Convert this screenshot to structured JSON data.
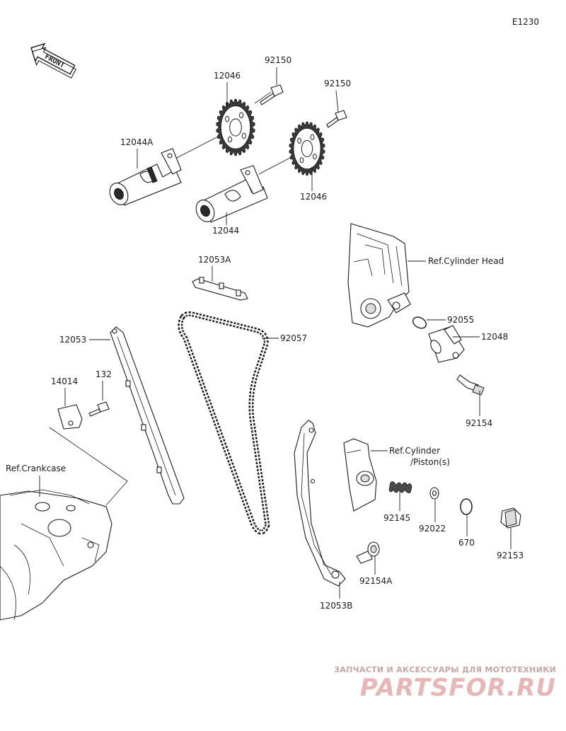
{
  "diagram_code": "E1230",
  "front_label": "FRONT",
  "callouts": [
    {
      "id": "cam-sprocket-bolt-intake",
      "text": "92150"
    },
    {
      "id": "cam-sprocket-bolt-exhaust",
      "text": "92150"
    },
    {
      "id": "cam-sprocket-intake",
      "text": "12046"
    },
    {
      "id": "cam-sprocket-exhaust",
      "text": "12046"
    },
    {
      "id": "camshaft-intake",
      "text": "12044A"
    },
    {
      "id": "camshaft-exhaust",
      "text": "12044"
    },
    {
      "id": "chain-guide-upper",
      "text": "12053A"
    },
    {
      "id": "timing-chain",
      "text": "92057"
    },
    {
      "id": "chain-guide-front",
      "text": "12053"
    },
    {
      "id": "plate",
      "text": "14014"
    },
    {
      "id": "plate-bolt",
      "text": "132"
    },
    {
      "id": "cylinder-head-ref",
      "text": "Ref.Cylinder Head"
    },
    {
      "id": "o-ring-tensioner",
      "text": "92055"
    },
    {
      "id": "tensioner",
      "text": "12048"
    },
    {
      "id": "tensioner-bolt",
      "text": "92154"
    },
    {
      "id": "crankcase-ref",
      "text": "Ref.Crankcase"
    },
    {
      "id": "cylinder-piston-ref-1",
      "text": "Ref.Cylinder"
    },
    {
      "id": "cylinder-piston-ref-2",
      "text": "/Piston(s)"
    },
    {
      "id": "spring",
      "text": "92145"
    },
    {
      "id": "washer",
      "text": "92022"
    },
    {
      "id": "o-ring",
      "text": "670"
    },
    {
      "id": "plug",
      "text": "92153"
    },
    {
      "id": "guide-bolt",
      "text": "92154A"
    },
    {
      "id": "chain-guide-rear",
      "text": "12053B"
    }
  ],
  "watermark": {
    "tagline": "ЗАПЧАСТИ И АКСЕССУАРЫ ДЛЯ МОТОТЕХНИКИ",
    "logo": "PARTSFOR.RU"
  }
}
